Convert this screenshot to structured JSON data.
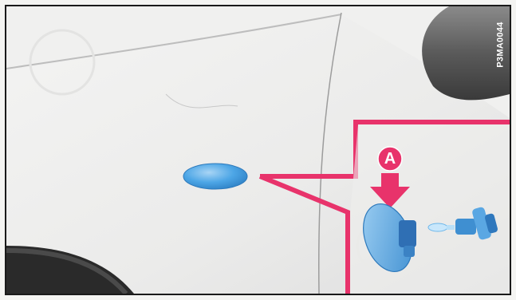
{
  "figure": {
    "code": "P3MA0044",
    "callout_label": "A",
    "colors": {
      "callout_line": "#e8336b",
      "lamp_blue": "#3e9be0",
      "frame": "#1a1a1a"
    },
    "icons": [
      "side-repeater-lamp",
      "down-arrow-icon",
      "removed-lamp-unit",
      "bulb-holder"
    ]
  }
}
